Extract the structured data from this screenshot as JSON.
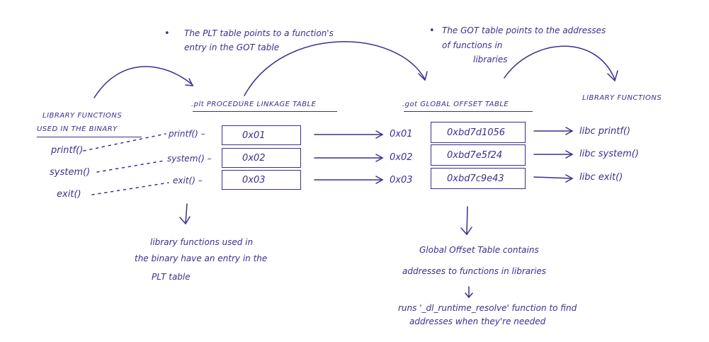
{
  "ink_color": "#3b2f8f",
  "notes": {
    "plt_note_line1": "The PLT table points to a function's",
    "plt_note_line2": "entry in the GOT table",
    "got_note_line1": "The GOT table points to the addresses",
    "got_note_line2": "of functions in",
    "got_note_line3": "libraries",
    "bullet": "•"
  },
  "left": {
    "heading_line1": "LIBRARY FUNCTIONS",
    "heading_line2": "USED IN THE BINARY",
    "functions": [
      "printf()",
      "system()",
      "exit()"
    ]
  },
  "plt": {
    "title": ".plt PROCEDURE LINKAGE TABLE",
    "labels": [
      "printf() –",
      "system() –",
      "exit() –"
    ],
    "entries": [
      "0x01",
      "0x02",
      "0x03"
    ],
    "note_line1": "library functions used in",
    "note_line2": "the binary have an entry in the",
    "note_line3": "PLT table"
  },
  "got": {
    "title": ".got GLOBAL OFFSET TABLE",
    "keys": [
      "0x01",
      "0x02",
      "0x03"
    ],
    "addresses": [
      "0xbd7d1056",
      "0xbd7e5f24",
      "0xbd7c9e43"
    ],
    "note_line1": "Global Offset Table contains",
    "note_line2": "addresses to functions in libraries",
    "note_line3": "runs '_dl_runtime_resolve' function to find",
    "note_line4": "addresses when they're needed"
  },
  "libs": {
    "heading": "LIBRARY FUNCTIONS",
    "items": [
      "libc printf()",
      "libc system()",
      "libc exit()"
    ]
  }
}
